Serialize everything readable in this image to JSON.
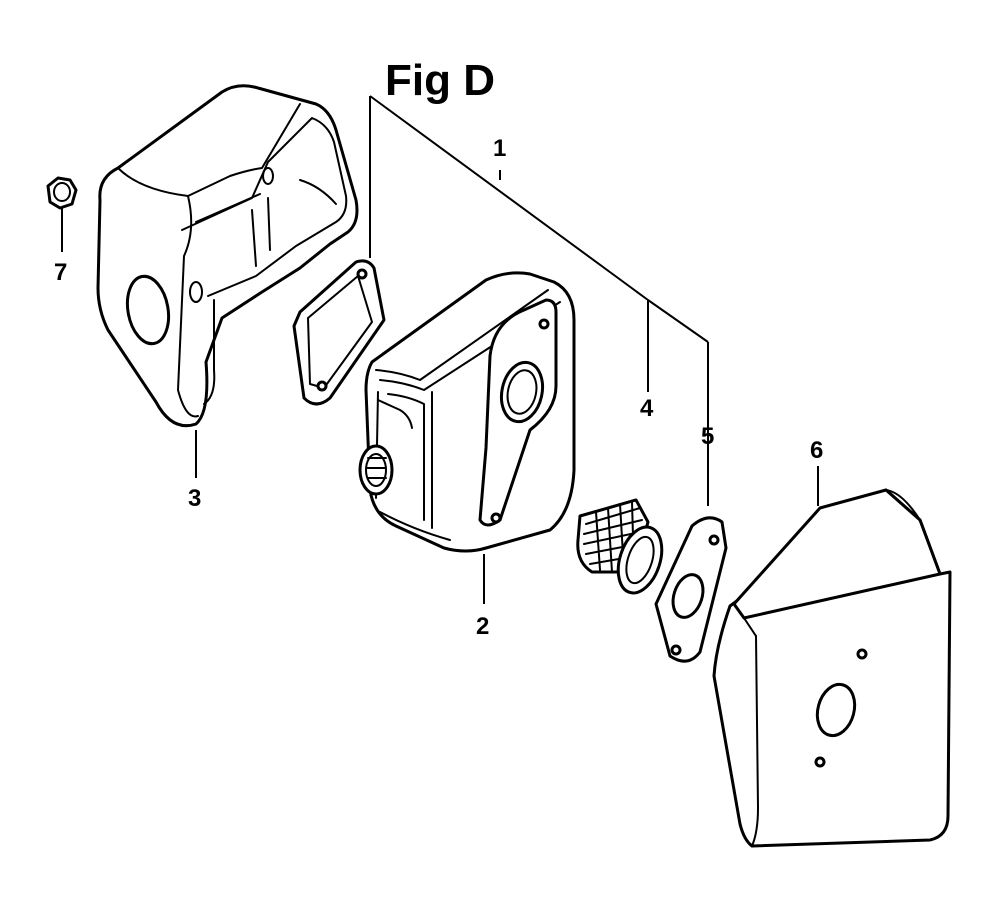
{
  "figure": {
    "title": "Fig D"
  },
  "callouts": {
    "c1": "1",
    "c2": "2",
    "c3": "3",
    "c4": "4",
    "c5": "5",
    "c6": "6",
    "c7": "7"
  }
}
